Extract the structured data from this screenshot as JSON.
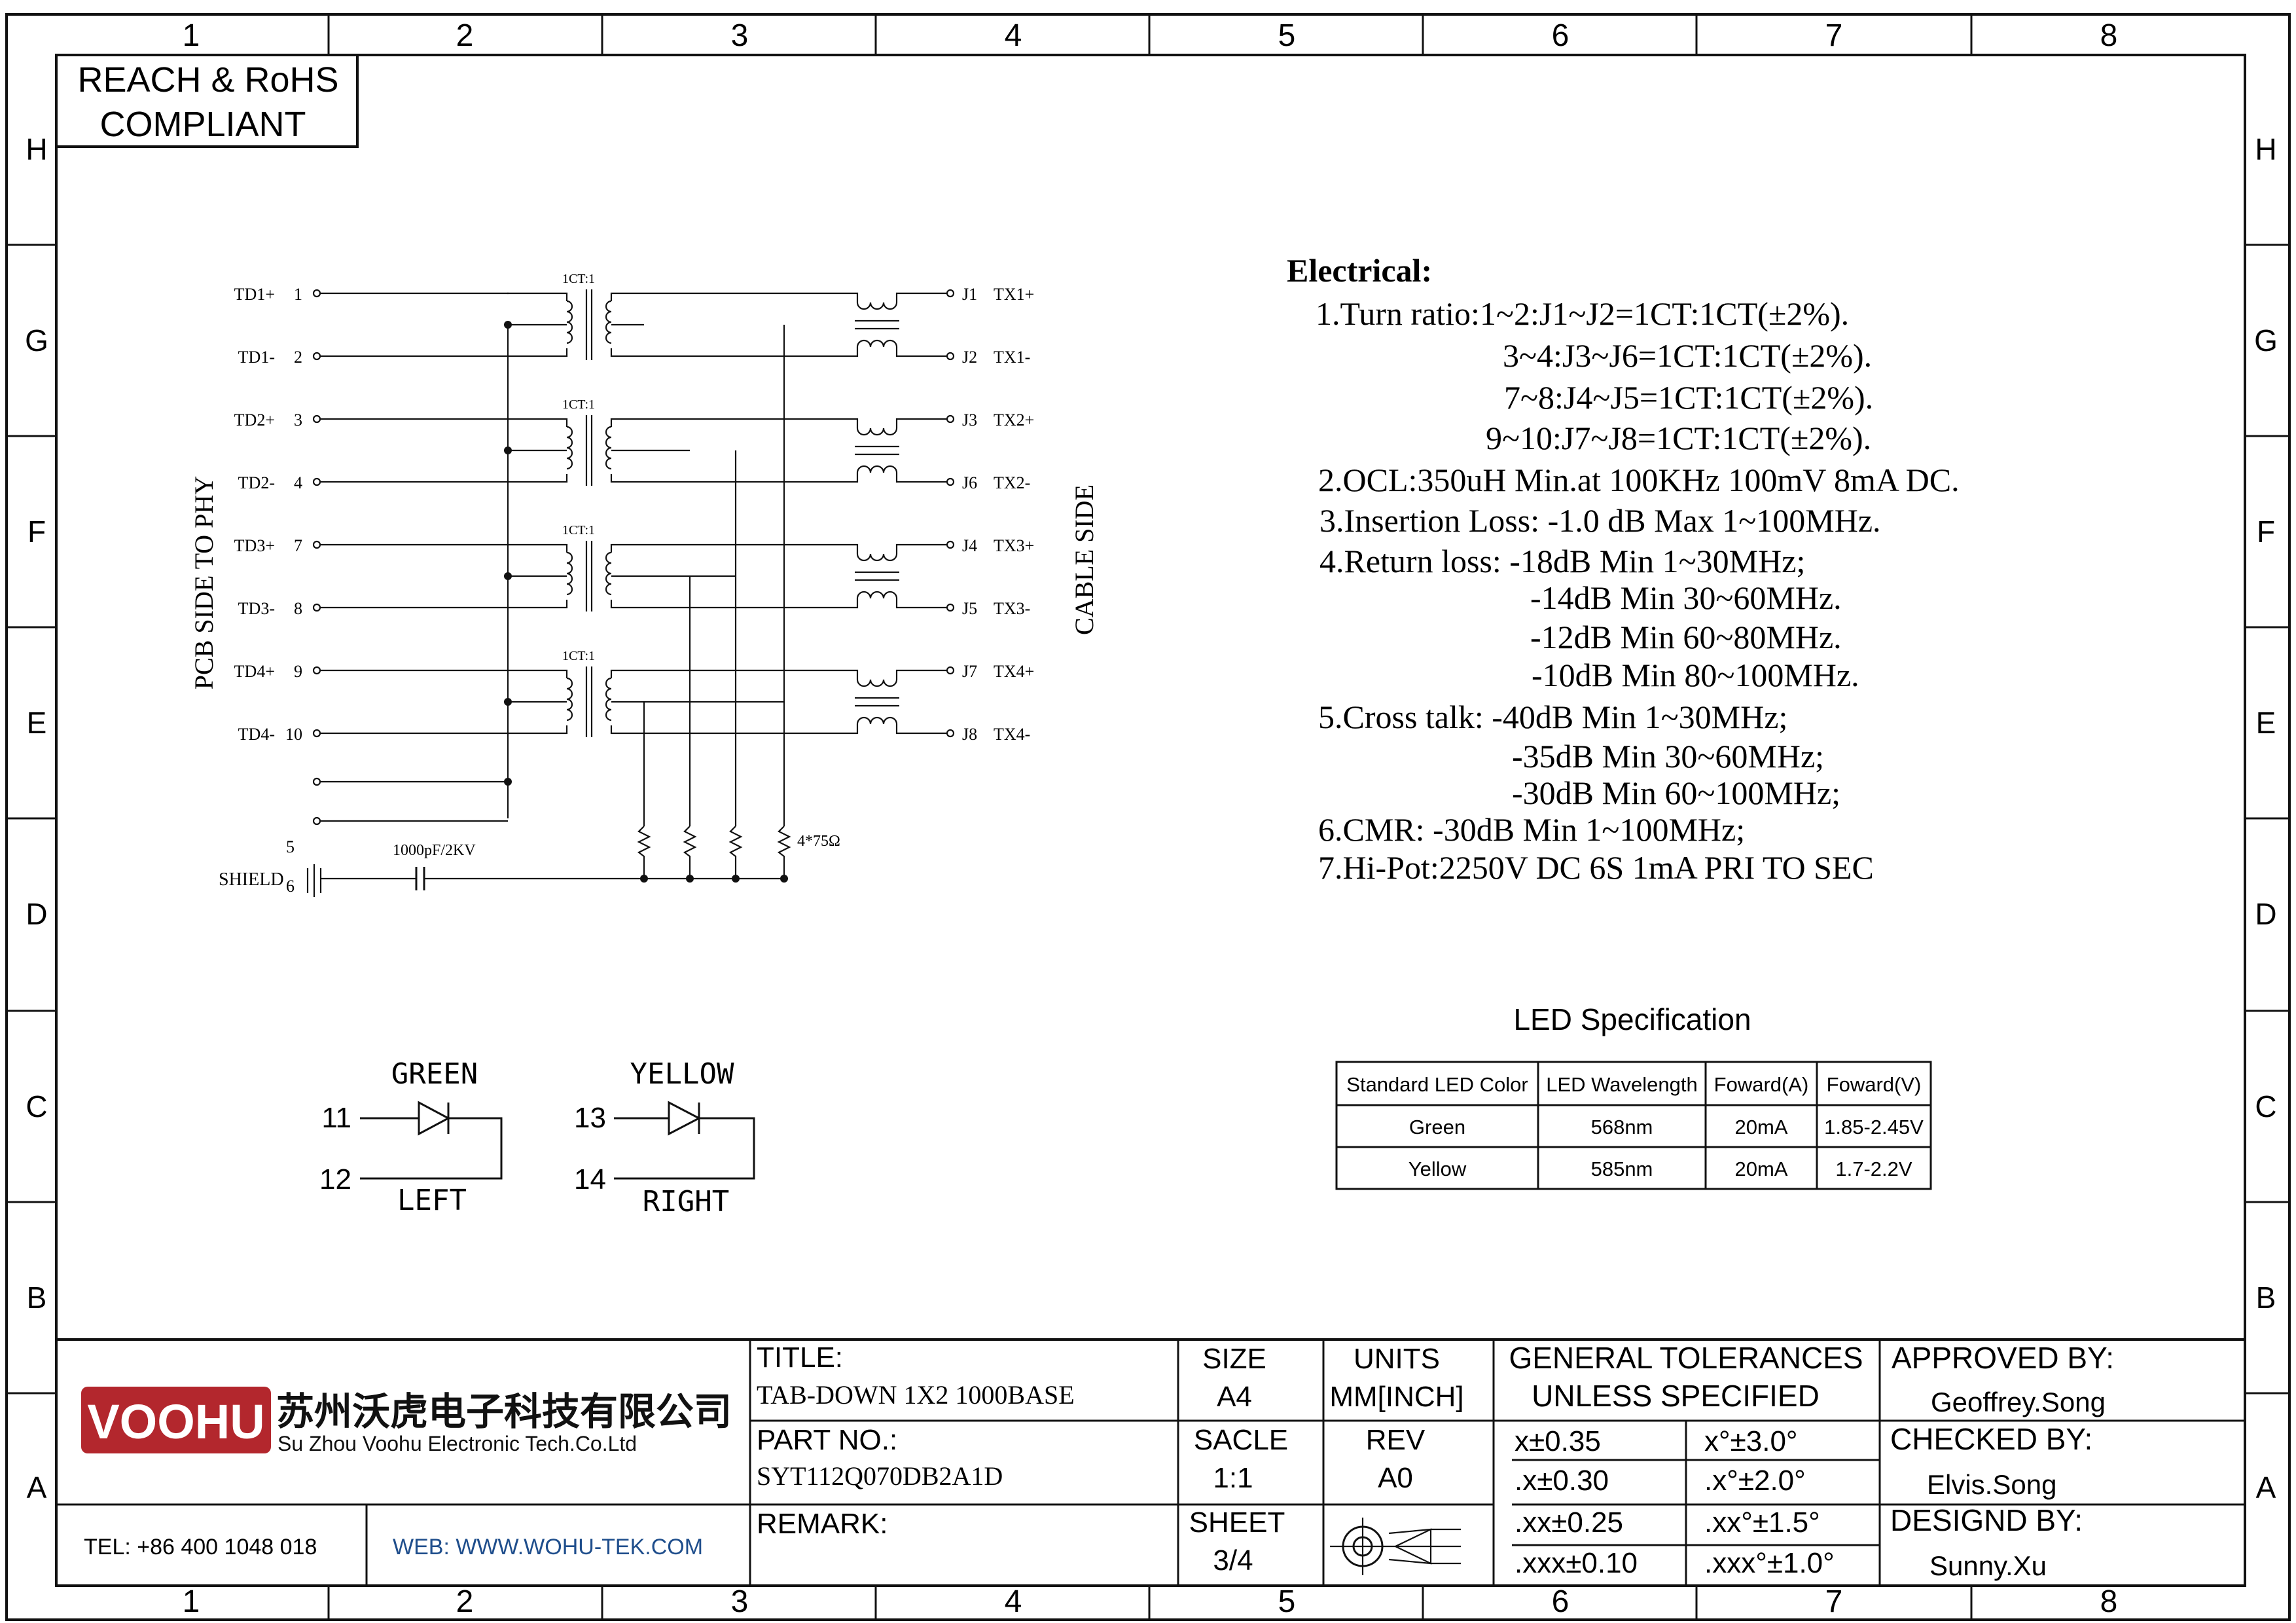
{
  "zone_columns": [
    "1",
    "2",
    "3",
    "4",
    "5",
    "6",
    "7",
    "8"
  ],
  "zone_rows": [
    "H",
    "G",
    "F",
    "E",
    "D",
    "C",
    "B",
    "A"
  ],
  "compliance": {
    "line1": "REACH & RoHS",
    "line2": "COMPLIANT"
  },
  "schematic": {
    "left_side_label": "PCB SIDE TO PHY",
    "right_side_label": "CABLE SIDE",
    "pins_left": [
      {
        "name": "TD1+",
        "num": "1"
      },
      {
        "name": "TD1-",
        "num": "2"
      },
      {
        "name": "TD2+",
        "num": "3"
      },
      {
        "name": "TD2-",
        "num": "4"
      },
      {
        "name": "TD3+",
        "num": "7"
      },
      {
        "name": "TD3-",
        "num": "8"
      },
      {
        "name": "TD4+",
        "num": "9"
      },
      {
        "name": "TD4-",
        "num": "10"
      }
    ],
    "extra_pins": [
      "5",
      "6"
    ],
    "pins_right": [
      {
        "j": "J1",
        "tx": "TX1+"
      },
      {
        "j": "J2",
        "tx": "TX1-"
      },
      {
        "j": "J3",
        "tx": "TX2+"
      },
      {
        "j": "J6",
        "tx": "TX2-"
      },
      {
        "j": "J4",
        "tx": "TX3+"
      },
      {
        "j": "J5",
        "tx": "TX3-"
      },
      {
        "j": "J7",
        "tx": "TX4+"
      },
      {
        "j": "J8",
        "tx": "TX4-"
      }
    ],
    "transformer_ratio": "1CT:1",
    "resistor_label": "4*75Ω",
    "capacitor_label": "1000pF/2KV",
    "shield_label": "SHIELD"
  },
  "led_circuits": [
    {
      "color": "GREEN",
      "pin_a": "11",
      "pin_b": "12",
      "side": "LEFT"
    },
    {
      "color": "YELLOW",
      "pin_a": "13",
      "pin_b": "14",
      "side": "RIGHT"
    }
  ],
  "electrical": {
    "heading": "Electrical:",
    "lines": [
      "1.Turn ratio:1~2:J1~J2=1CT:1CT(±2%).",
      "3~4:J3~J6=1CT:1CT(±2%).",
      "7~8:J4~J5=1CT:1CT(±2%).",
      "9~10:J7~J8=1CT:1CT(±2%).",
      "2.OCL:350uH Min.at 100KHz 100mV 8mA DC.",
      "3.Insertion Loss: -1.0 dB Max 1~100MHz.",
      "4.Return loss: -18dB Min 1~30MHz;",
      "-14dB Min 30~60MHz.",
      "-12dB Min 60~80MHz.",
      "-10dB Min 80~100MHz.",
      "5.Cross talk: -40dB Min 1~30MHz;",
      "-35dB Min 30~60MHz;",
      "-30dB Min 60~100MHz;",
      "6.CMR: -30dB Min 1~100MHz;",
      "7.Hi-Pot:2250V DC 6S 1mA PRI TO SEC"
    ]
  },
  "led_spec": {
    "title": "LED Specification",
    "headers": [
      "Standard LED Color",
      "LED Wavelength",
      "Foward(A)",
      "Foward(V)"
    ],
    "rows": [
      [
        "Green",
        "568nm",
        "20mA",
        "1.85-2.45V"
      ],
      [
        "Yellow",
        "585nm",
        "20mA",
        "1.7-2.2V"
      ]
    ]
  },
  "title_block": {
    "logo_text": "VOOHU",
    "company_cn": "苏州沃虎电子科技有限公司",
    "company_en": "Su Zhou Voohu Electronic Tech.Co.Ltd",
    "tel": "TEL: +86 400 1048 018",
    "web": "WEB: WWW.WOHU-TEK.COM",
    "title_label": "TITLE:",
    "title_value": "TAB-DOWN 1X2 1000BASE",
    "part_label": "PART NO.:",
    "part_value": "SYT112Q070DB2A1D",
    "remark_label": "REMARK:",
    "size_label": "SIZE",
    "size_value": "A4",
    "scale_label": "SACLE",
    "scale_value": "1:1",
    "sheet_label": "SHEET",
    "sheet_value": "3/4",
    "units_label": "UNITS",
    "units_value": "MM[INCH]",
    "rev_label": "REV",
    "rev_value": "A0",
    "tol_line1": "GENERAL TOLERANCES",
    "tol_line2": "UNLESS SPECIFIED",
    "tolerances": [
      [
        "x±0.35",
        "x°±3.0°"
      ],
      [
        ".x±0.30",
        ".x°±2.0°"
      ],
      [
        ".xx±0.25",
        ".xx°±1.5°"
      ],
      [
        ".xxx±0.10",
        ".xxx°±1.0°"
      ]
    ],
    "approved_label": "APPROVED BY:",
    "approved_value": "Geoffrey.Song",
    "checked_label": "CHECKED BY:",
    "checked_value": "Elvis.Song",
    "designed_label": "DESIGND BY:",
    "designed_value": "Sunny.Xu"
  },
  "colors": {
    "logo_red": "#b3272d",
    "web_blue": "#1f4e8c",
    "ink": "#111111"
  }
}
